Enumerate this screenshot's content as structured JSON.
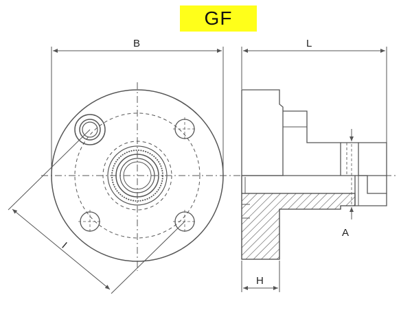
{
  "title": "GF",
  "dimensions": {
    "B": "B",
    "L": "L",
    "I": "I",
    "A": "A",
    "H": "H"
  },
  "colors": {
    "title_background": "#ffff1a",
    "line": "#444444"
  }
}
